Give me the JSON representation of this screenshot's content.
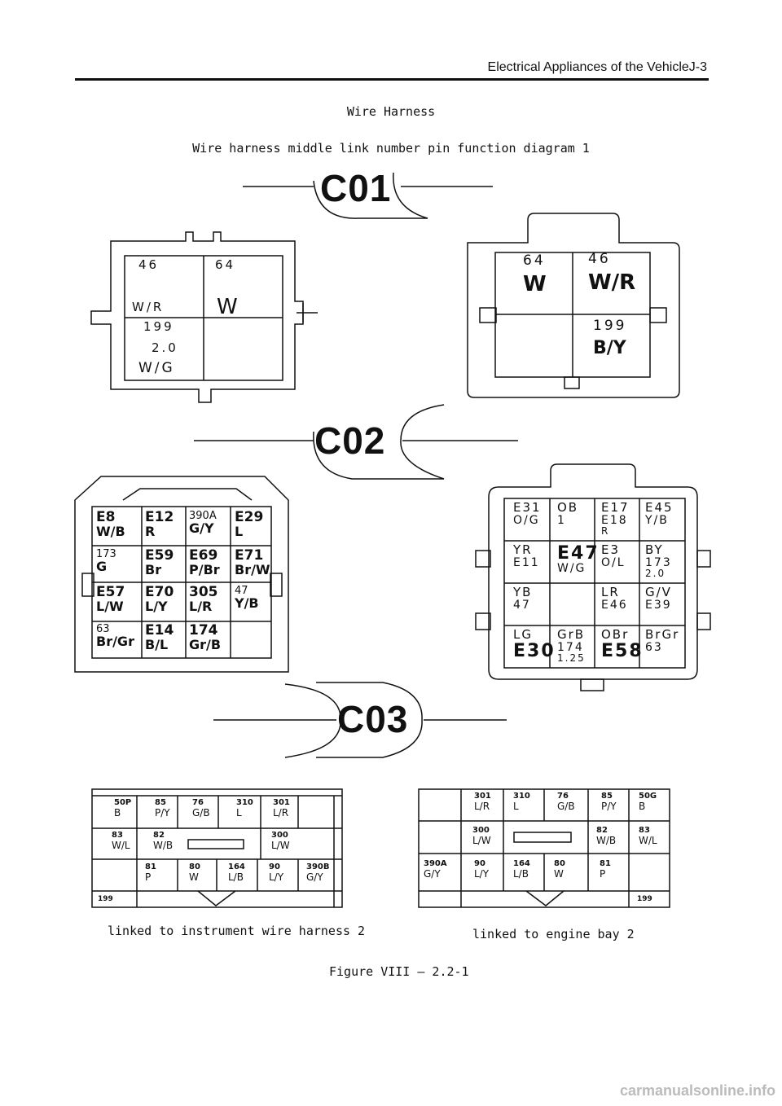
{
  "header": {
    "text": "Electrical Appliances of the VehicleJ-3"
  },
  "title": "Wire Harness",
  "subtitle": "Wire harness middle link number pin function diagram  1",
  "c01": {
    "label": "C01",
    "left": {
      "cells": [
        {
          "num": "46",
          "color": "W/R",
          "extra": ""
        },
        {
          "num": "64",
          "color": "W",
          "extra": ""
        },
        {
          "num": "199",
          "color": "W/G",
          "extra": "2.0"
        },
        {
          "num": "",
          "color": "",
          "extra": ""
        }
      ]
    },
    "right": {
      "cells": [
        {
          "num": "64",
          "color": "W"
        },
        {
          "num": "46",
          "color": "W/R"
        },
        {
          "num": "",
          "color": ""
        },
        {
          "num": "199",
          "color": "B/Y"
        }
      ]
    }
  },
  "c02": {
    "label": "C02",
    "left": {
      "rows": [
        [
          {
            "a": "E8",
            "b": "W/B"
          },
          {
            "a": "E12",
            "b": "R"
          },
          {
            "a": "390A",
            "b": "G/Y"
          },
          {
            "a": "E29",
            "b": "L"
          }
        ],
        [
          {
            "a": "173",
            "b": "G"
          },
          {
            "a": "E59",
            "b": "Br"
          },
          {
            "a": "E69",
            "b": "P/Br"
          },
          {
            "a": "E71",
            "b": "Br/W"
          }
        ],
        [
          {
            "a": "E57",
            "b": "L/W"
          },
          {
            "a": "E70",
            "b": "L/Y"
          },
          {
            "a": "305",
            "b": "L/R"
          },
          {
            "a": "47",
            "b": "Y/B"
          }
        ],
        [
          {
            "a": "63",
            "b": "Br/Gr"
          },
          {
            "a": "E14",
            "b": "B/L"
          },
          {
            "a": "174",
            "b": "Gr/B"
          },
          {
            "a": "",
            "b": ""
          }
        ]
      ]
    },
    "right": {
      "rows": [
        [
          {
            "a": "E31",
            "b": "O/G",
            "c": ""
          },
          {
            "a": "OB",
            "b": "1",
            "c": ""
          },
          {
            "a": "E17",
            "b": "E18",
            "c": "R"
          },
          {
            "a": "E45",
            "b": "Y/B",
            "c": ""
          }
        ],
        [
          {
            "a": "YR",
            "b": "E11",
            "c": ""
          },
          {
            "a": "E47",
            "b": "W/G",
            "c": ""
          },
          {
            "a": "E3",
            "b": "O/L",
            "c": ""
          },
          {
            "a": "BY",
            "b": "173",
            "c": "2.0"
          }
        ],
        [
          {
            "a": "YB",
            "b": "47",
            "c": ""
          },
          {
            "a": "",
            "b": "",
            "c": ""
          },
          {
            "a": "LR",
            "b": "E46",
            "c": ""
          },
          {
            "a": "G/V",
            "b": "E39",
            "c": ""
          }
        ],
        [
          {
            "a": "LG",
            "b": "E30",
            "c": ""
          },
          {
            "a": "GrB",
            "b": "174",
            "c": "1.25"
          },
          {
            "a": "OBr",
            "b": "E58",
            "c": ""
          },
          {
            "a": "BrGr",
            "b": "63",
            "c": ""
          }
        ]
      ]
    }
  },
  "c03": {
    "label": "C03",
    "left": {
      "caption": "linked to instrument wire harness 2",
      "row1": [
        {
          "n": "50P",
          "c": "B"
        },
        {
          "n": "85",
          "c": "P/Y"
        },
        {
          "n": "76",
          "c": "G/B"
        },
        {
          "n": "310",
          "c": "L"
        },
        {
          "n": "301",
          "c": "L/R"
        },
        {
          "n": "",
          "c": ""
        }
      ],
      "row2": [
        {
          "n": "83",
          "c": "W/L"
        },
        {
          "n": "82",
          "c": "W/B"
        },
        {
          "n": "300",
          "c": "L/W"
        }
      ],
      "row3": [
        {
          "n": "",
          "c": ""
        },
        {
          "n": "81",
          "c": "P"
        },
        {
          "n": "80",
          "c": "W"
        },
        {
          "n": "164",
          "c": "L/B"
        },
        {
          "n": "90",
          "c": "L/Y"
        },
        {
          "n": "390B",
          "c": "G/Y"
        }
      ],
      "row4": "199"
    },
    "right": {
      "caption": "linked to engine bay  2",
      "row1": [
        {
          "n": "",
          "c": ""
        },
        {
          "n": "301",
          "c": "L/R"
        },
        {
          "n": "310",
          "c": "L"
        },
        {
          "n": "76",
          "c": "G/B"
        },
        {
          "n": "85",
          "c": "P/Y"
        },
        {
          "n": "50G",
          "c": "B"
        }
      ],
      "row2": [
        {
          "n": "300",
          "c": "L/W"
        },
        {
          "n": "82",
          "c": "W/B"
        },
        {
          "n": "83",
          "c": "W/L"
        }
      ],
      "row3": [
        {
          "n": "390A",
          "c": "G/Y"
        },
        {
          "n": "90",
          "c": "L/Y"
        },
        {
          "n": "164",
          "c": "L/B"
        },
        {
          "n": "80",
          "c": "W"
        },
        {
          "n": "81",
          "c": "P"
        },
        {
          "n": "",
          "c": ""
        }
      ],
      "row4": "199"
    }
  },
  "figure_caption": "Figure VIII  — 2.2-1",
  "watermark": "carmanualsonline.info"
}
